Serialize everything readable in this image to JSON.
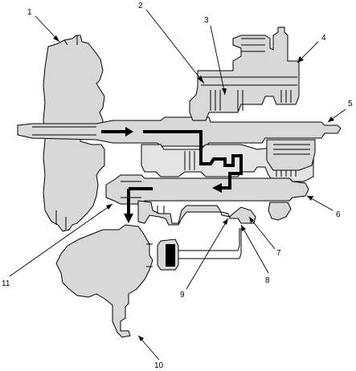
{
  "callouts": [
    {
      "id": "1",
      "label": "1"
    },
    {
      "id": "2",
      "label": "2"
    },
    {
      "id": "3",
      "label": "3"
    },
    {
      "id": "4",
      "label": "4"
    },
    {
      "id": "5",
      "label": "5"
    },
    {
      "id": "6",
      "label": "6"
    },
    {
      "id": "7",
      "label": "7"
    },
    {
      "id": "8",
      "label": "8"
    },
    {
      "id": "9",
      "label": "9"
    },
    {
      "id": "10",
      "label": "10"
    },
    {
      "id": "11",
      "label": "11"
    }
  ],
  "colors": {
    "part_fill": "#d8d8d8",
    "line": "#000000",
    "background": "#ffffff"
  }
}
